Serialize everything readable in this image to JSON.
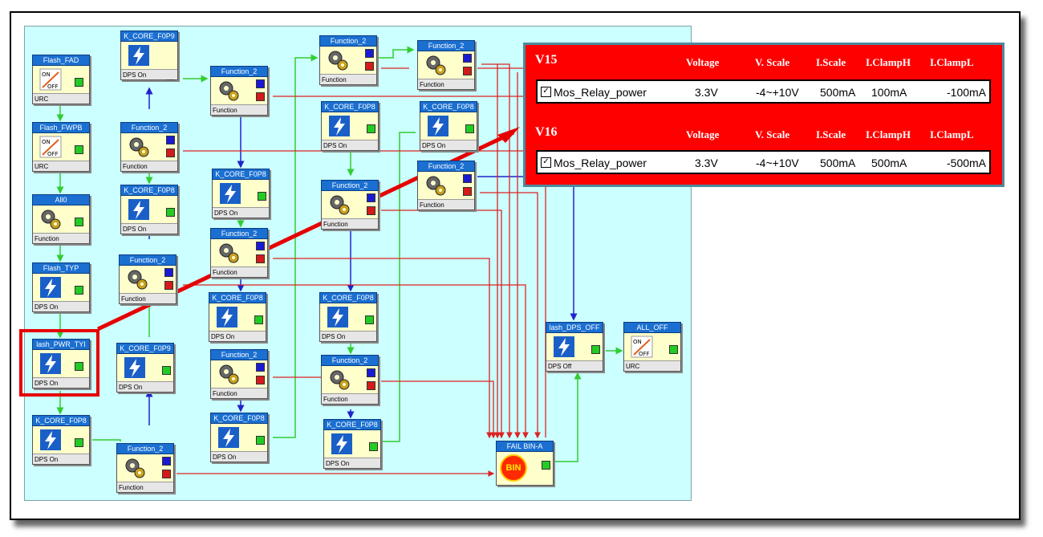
{
  "nodes": {
    "flash_fad": {
      "title": "Flash_FAD",
      "footer": "URC"
    },
    "flash_fwpb": {
      "title": "Flash_FWPB",
      "footer": "URC"
    },
    "all0": {
      "title": "All0",
      "footer": "Function"
    },
    "flash_typ": {
      "title": "Flash_TYP",
      "footer": "DPS On"
    },
    "flash_pwr_typ": {
      "title": "lash_PWR_TYI",
      "footer": "DPS On"
    },
    "k_core_bottom_left": {
      "title": "K_CORE_F0P8",
      "footer": "DPS On"
    },
    "k_core_f0p9_top": {
      "title": "K_CORE_F0P9",
      "footer": "DPS On"
    },
    "function_2_c2a": {
      "title": "Function_2",
      "footer": "Function"
    },
    "k_core_c2": {
      "title": "K_CORE_F0P8",
      "footer": "DPS On"
    },
    "function_2_c2b": {
      "title": "Function_2",
      "footer": "Function"
    },
    "k_core_f0p9_c2": {
      "title": "K_CORE_F0P9",
      "footer": "DPS On"
    },
    "function_2_c2c": {
      "title": "Function_2",
      "footer": "Function"
    },
    "function_2_c3a": {
      "title": "Function_2",
      "footer": "Function"
    },
    "k_core_c3a": {
      "title": "K_CORE_F0P8",
      "footer": "DPS On"
    },
    "function_2_c3b": {
      "title": "Function_2",
      "footer": "Function"
    },
    "k_core_c3b": {
      "title": "K_CORE_F0P8",
      "footer": "DPS On"
    },
    "function_2_c3c": {
      "title": "Function_2",
      "footer": "Function"
    },
    "k_core_c3c": {
      "title": "K_CORE_F0P8",
      "footer": "DPS On"
    },
    "function_2_c4a": {
      "title": "Function_2",
      "footer": "Function"
    },
    "k_core_c4a": {
      "title": "K_CORE_F0P8",
      "footer": "DPS On"
    },
    "function_2_c4b": {
      "title": "Function_2",
      "footer": "Function"
    },
    "k_core_c4b": {
      "title": "K_CORE_F0P8",
      "footer": "DPS On"
    },
    "function_2_c4c": {
      "title": "Function_2",
      "footer": "Function"
    },
    "k_core_c4c": {
      "title": "K_CORE_F0P8",
      "footer": "DPS On"
    },
    "function_2_c5a": {
      "title": "Function_2",
      "footer": "Function"
    },
    "k_core_c5": {
      "title": "K_CORE_F0P8",
      "footer": "DPS On"
    },
    "function_2_c5b": {
      "title": "Function_2",
      "footer": "Function"
    },
    "fail_bin": {
      "title": "FAIL BIN-A",
      "icon_text": "BIN"
    },
    "flash_dps_off": {
      "title": "lash_DPS_OFF",
      "footer": "DPS Off"
    },
    "all_off": {
      "title": "ALL_OFF",
      "footer": "URC"
    }
  },
  "popup": {
    "headers": [
      "Voltage",
      "V. Scale",
      "I.Scale",
      "I.ClampH",
      "I.ClampL"
    ],
    "rows": [
      {
        "label": "V15",
        "name": "Mos_Relay_power",
        "voltage": "3.3V",
        "vscale": "-4~+10V",
        "iscale": "500mA",
        "iclamph": "100mA",
        "iclampl": "-100mA"
      },
      {
        "label": "V16",
        "name": "Mos_Relay_power",
        "voltage": "3.3V",
        "vscale": "-4~+10V",
        "iscale": "500mA",
        "iclamph": "500mA",
        "iclampl": "-500mA"
      }
    ]
  },
  "colors": {
    "canvas": "#ccffff",
    "title_bar": "#1a6fd1",
    "node_body": "#ffffcc",
    "popup": "#ff0000",
    "highlight": "#e60000"
  }
}
